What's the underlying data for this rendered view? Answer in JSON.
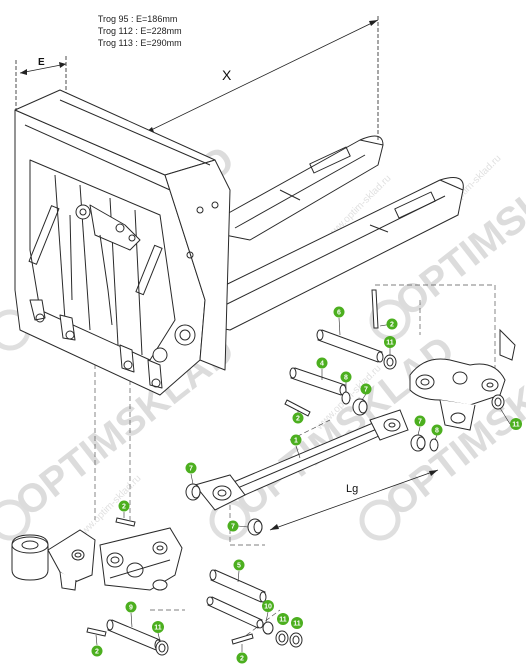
{
  "specs": [
    {
      "model": "Trog 95",
      "value": "E=186mm"
    },
    {
      "model": "Trog 112",
      "value": "E=228mm"
    },
    {
      "model": "Trog 113",
      "value": "E=290mm"
    }
  ],
  "dimensions": {
    "e": "E",
    "x": "X",
    "lg": "Lg"
  },
  "callouts": [
    "1",
    "2",
    "4",
    "5",
    "6",
    "7",
    "8",
    "9",
    "10",
    "11"
  ],
  "watermark": {
    "brand": "OPTIMSKLAD",
    "url": "www.optim-sklad.ru"
  },
  "colors": {
    "callout": "#4caf1f",
    "line": "#2a2a2a",
    "watermark": "#d9d9d9"
  }
}
